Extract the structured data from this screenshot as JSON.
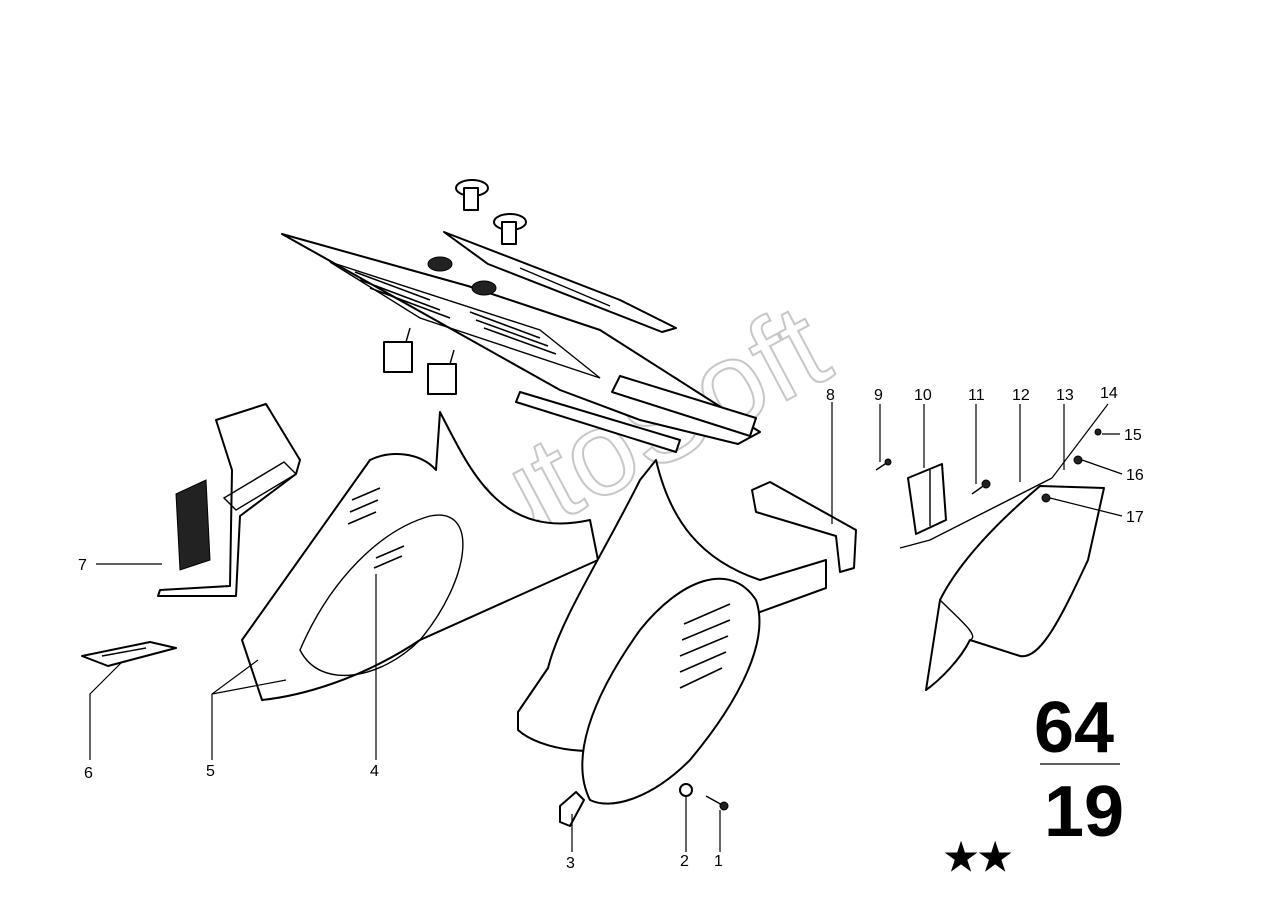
{
  "watermark": "AutoSoft",
  "group": {
    "main": "64",
    "sub": "19",
    "marks": "★★"
  },
  "callouts": {
    "c1": "1",
    "c2": "2",
    "c3": "3",
    "c4": "4",
    "c5": "5",
    "c6": "6",
    "c7": "7",
    "c8": "8",
    "c9": "9",
    "c10": "10",
    "c11": "11",
    "c12": "12",
    "c13": "13",
    "c14": "14",
    "c15": "15",
    "c16": "16",
    "c17": "17"
  }
}
